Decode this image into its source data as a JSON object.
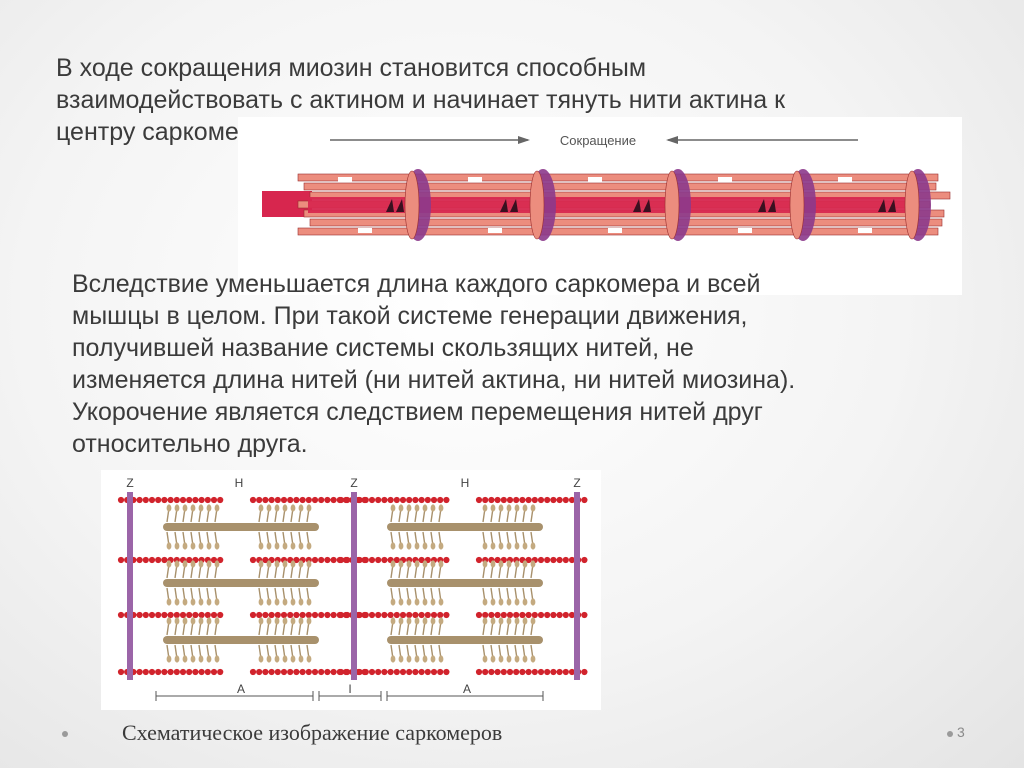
{
  "slide": {
    "paragraph1_lines": [
      "В ходе сокращения миозин становится способным",
      "взаимодействовать с актином и начинает тянуть нити актина к",
      "центру саркомера."
    ],
    "paragraph2_lines": [
      "Вследствие уменьшается длина каждого саркомера и всей",
      "мышцы в целом. При такой системе генерации движения,",
      "получившей название системы скользящих нитей, не",
      "изменяется длина нитей (ни нитей актина, ни нитей миозина).",
      "Укорочение является следствием перемещения нитей друг",
      "относительно друга."
    ],
    "caption": "Схематическое изображение саркомеров",
    "page_number": "3"
  },
  "figure1": {
    "label": "Сокращение",
    "colors": {
      "filament": "#ec8d7e",
      "filament_edge": "#9a2d2d",
      "actin_core": "#d7264e",
      "disk": "#8c3a8c",
      "arrow": "#666666"
    }
  },
  "figure2": {
    "labels": {
      "z": "Z",
      "h": "H",
      "a": "A",
      "i": "I"
    },
    "colors": {
      "z_line": "#9b65a8",
      "actin_bead": "#d1232c",
      "myosin_rod": "#a8916c",
      "myosin_head": "#c4aa80"
    }
  }
}
